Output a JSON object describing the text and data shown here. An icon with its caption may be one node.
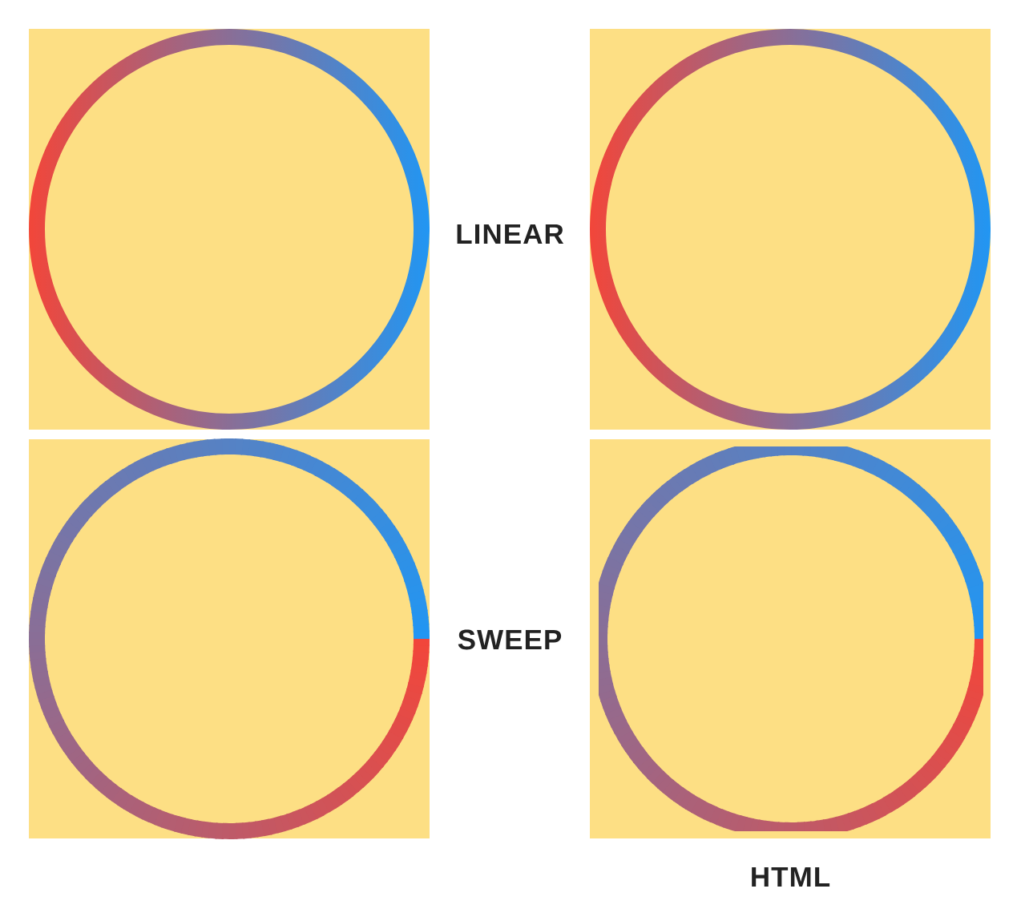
{
  "diagram": {
    "labels": [
      "LINEAR",
      "SWEEP",
      "HTML"
    ]
  }
}
